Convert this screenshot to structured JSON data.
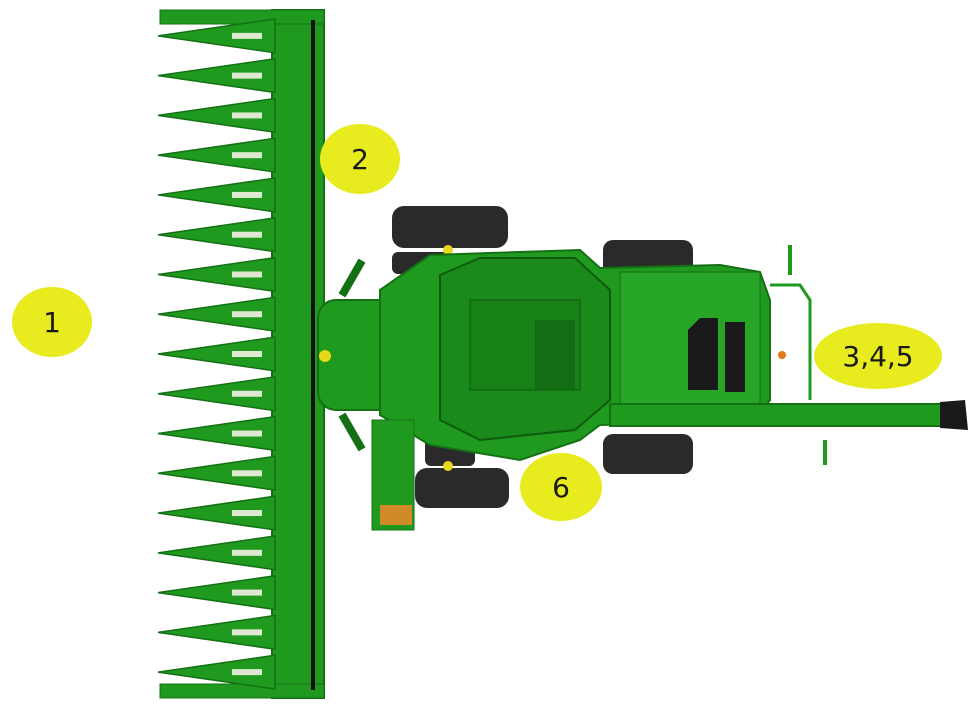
{
  "diagram": {
    "colors": {
      "body_green": "#1f9a1f",
      "dark_green": "#147014",
      "light_green": "#3cb83c",
      "tire": "#2a2a2a",
      "callout_yellow": "#e8ec1f"
    },
    "callouts": [
      {
        "id": "1",
        "label": "1"
      },
      {
        "id": "2",
        "label": "2"
      },
      {
        "id": "345",
        "label": "3,4,5"
      },
      {
        "id": "6",
        "label": "6"
      }
    ]
  }
}
